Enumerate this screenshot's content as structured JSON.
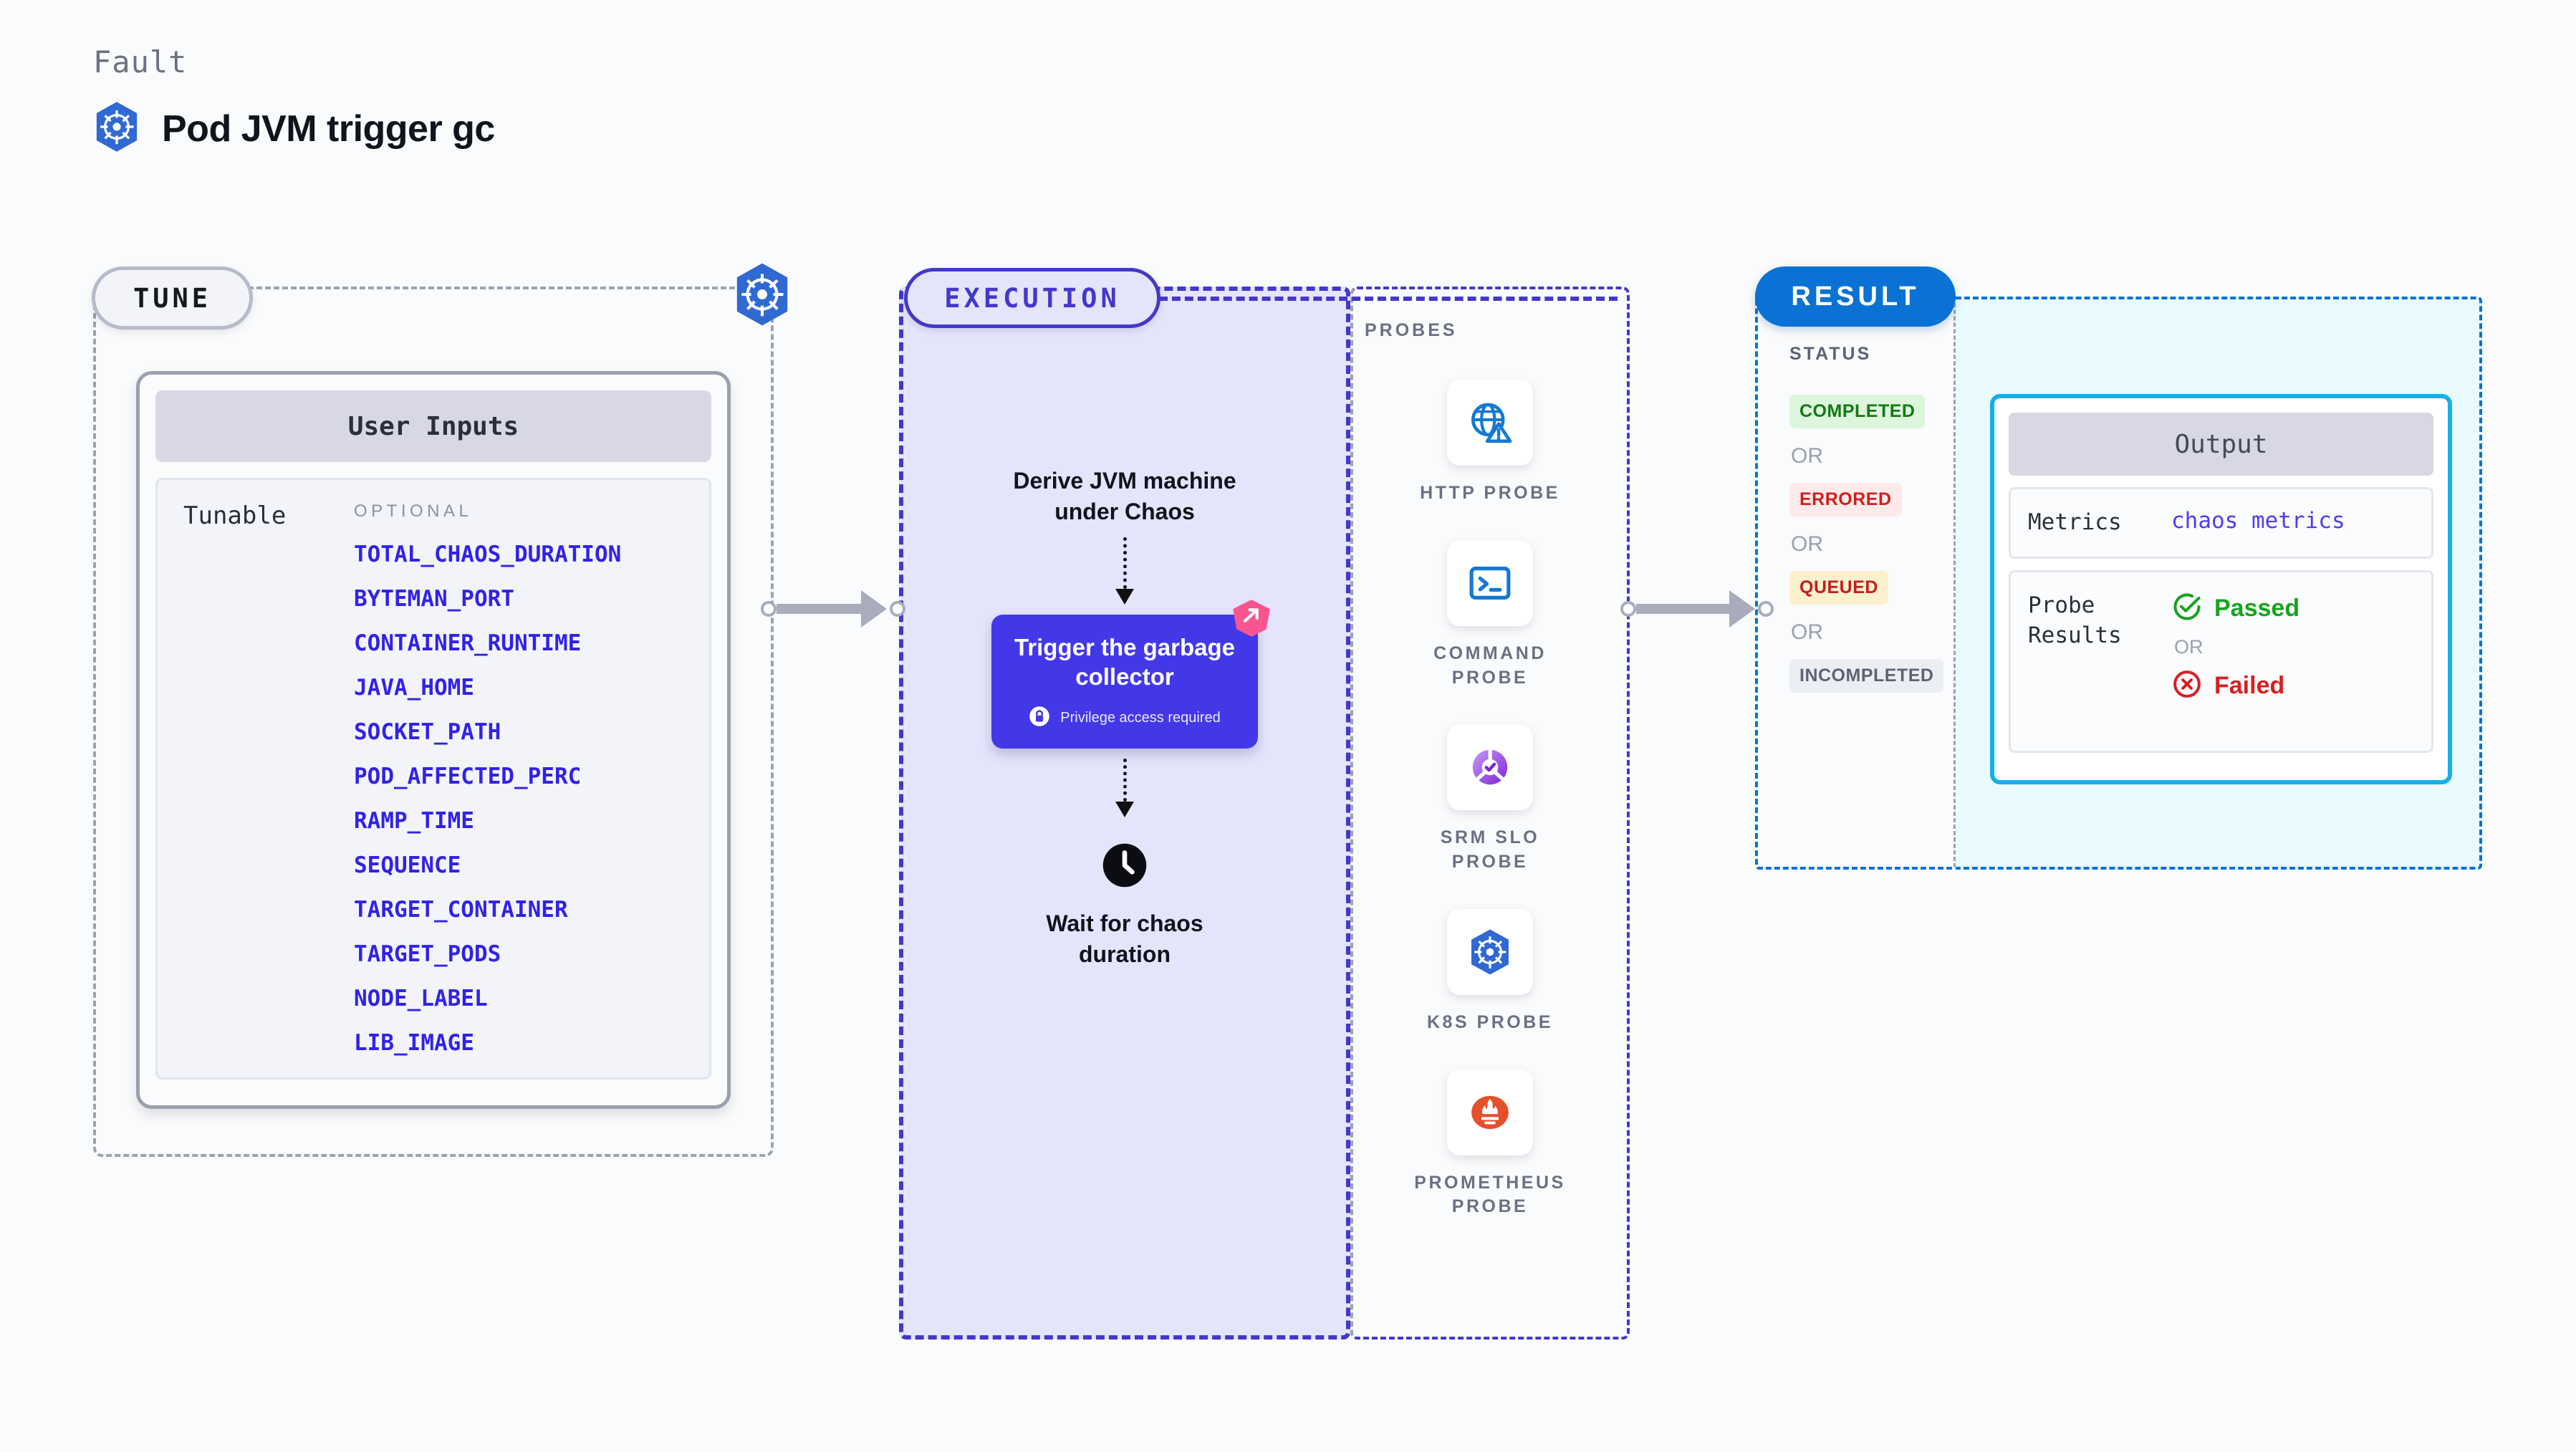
{
  "header": {
    "kicker": "Fault",
    "title": "Pod JVM trigger gc",
    "icon": "kubernetes-icon"
  },
  "tune": {
    "badge": "TUNE",
    "k8s_icon": "kubernetes-icon",
    "user_inputs_title": "User Inputs",
    "tunable_label": "Tunable",
    "optional_label": "OPTIONAL",
    "params": [
      "TOTAL_CHAOS_DURATION",
      "BYTEMAN_PORT",
      "CONTAINER_RUNTIME",
      "JAVA_HOME",
      "SOCKET_PATH",
      "POD_AFFECTED_PERC",
      "RAMP_TIME",
      "SEQUENCE",
      "TARGET_CONTAINER",
      "TARGET_PODS",
      "NODE_LABEL",
      "LIB_IMAGE"
    ]
  },
  "execution": {
    "badge": "EXECUTION",
    "derive_step": "Derive JVM machine under Chaos",
    "action_card": {
      "title": "Trigger the garbage collector",
      "privilege_note": "Privilege access required",
      "lock_icon": "lock-icon",
      "ribbon_icon": "litmuschaos-icon",
      "color": "#4338e8"
    },
    "wait_step": "Wait for chaos duration",
    "clock_icon": "clock-icon"
  },
  "probes": {
    "label": "PROBES",
    "items": [
      {
        "name": "HTTP PROBE",
        "icon": "globe-warning-icon"
      },
      {
        "name": "COMMAND PROBE",
        "icon": "terminal-icon"
      },
      {
        "name": "SRM SLO PROBE",
        "icon": "slo-gauge-icon"
      },
      {
        "name": "K8S PROBE",
        "icon": "kubernetes-icon"
      },
      {
        "name": "PROMETHEUS PROBE",
        "icon": "prometheus-icon"
      }
    ]
  },
  "result": {
    "badge": "RESULT",
    "status_title": "STATUS",
    "or": "OR",
    "statuses": [
      {
        "label": "COMPLETED",
        "color": "#127a12",
        "bg": "#ddf5dd"
      },
      {
        "label": "ERRORED",
        "color": "#cc2020",
        "bg": "#fdeaea"
      },
      {
        "label": "QUEUED",
        "color": "#c01f1f",
        "bg": "#fdf0cc"
      },
      {
        "label": "INCOMPLETED",
        "color": "#5d6374",
        "bg": "#eceef4"
      }
    ],
    "output": {
      "title": "Output",
      "metrics_key": "Metrics",
      "metrics_value": "chaos metrics",
      "probe_results_key": "Probe Results",
      "passed": "Passed",
      "failed": "Failed",
      "or": "OR",
      "pass_icon": "check-circle-icon",
      "fail_icon": "x-circle-icon"
    }
  }
}
